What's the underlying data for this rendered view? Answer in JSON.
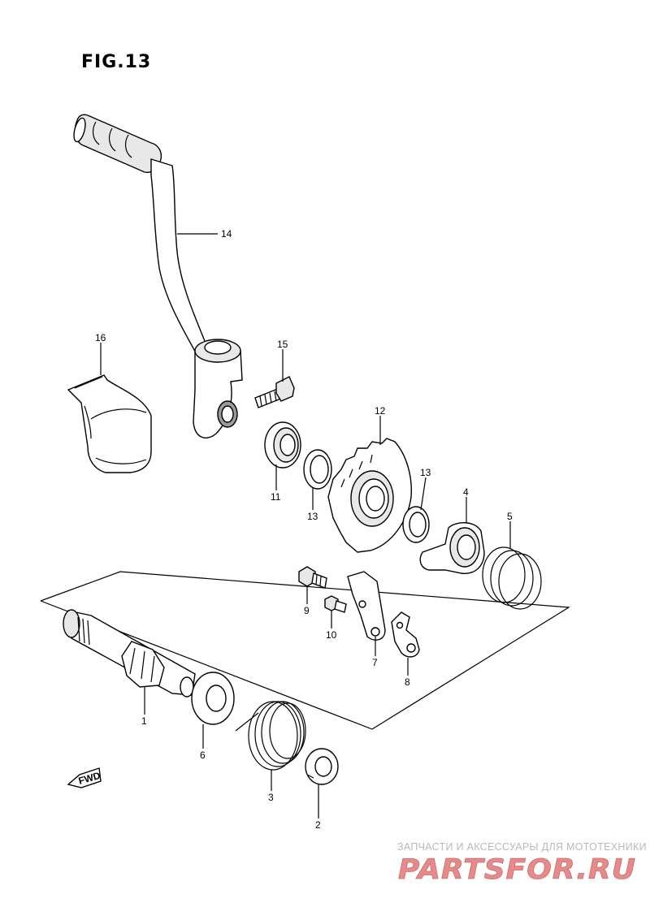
{
  "figure": {
    "title": "FIG.13"
  },
  "labels": {
    "p1": "1",
    "p2": "2",
    "p3": "3",
    "p4": "4",
    "p5": "5",
    "p6": "6",
    "p7": "7",
    "p8": "8",
    "p9": "9",
    "p10": "10",
    "p11": "11",
    "p12": "12",
    "p13a": "13",
    "p13b": "13",
    "p14": "14",
    "p15": "15",
    "p16": "16"
  },
  "fwd_label": "FWD",
  "watermark": {
    "top_text": "ЗАПЧАСТИ И АКСЕССУАРЫ ДЛЯ МОТОТЕХНИКИ",
    "logo_text": "PARTSFOR.RU",
    "logo_color": "#e88a8a"
  }
}
